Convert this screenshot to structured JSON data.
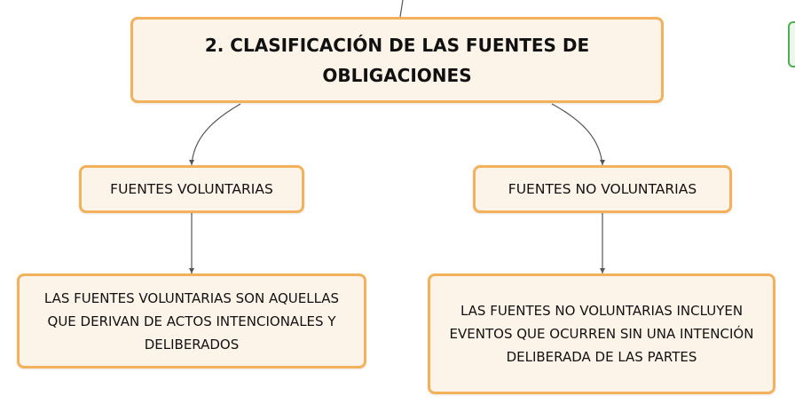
{
  "diagram": {
    "title": "2. CLASIFICACIÓN DE LAS FUENTES DE OBLIGACIONES",
    "branches": [
      {
        "label": "FUENTES VOLUNTARIAS",
        "description": "LAS FUENTES VOLUNTARIAS SON AQUELLAS QUE DERIVAN DE ACTOS INTENCIONALES Y DELIBERADOS"
      },
      {
        "label": "FUENTES NO VOLUNTARIAS",
        "description": "LAS FUENTES NO VOLUNTARIAS INCLUYEN EVENTOS QUE OCURREN SIN UNA INTENCIÓN DELIBERADA DE LAS PARTES"
      }
    ]
  },
  "colors": {
    "node_fill": "#fdf4e9",
    "node_border": "#f3b15c",
    "connector": "#555555",
    "side_tab": "#4caf50"
  }
}
